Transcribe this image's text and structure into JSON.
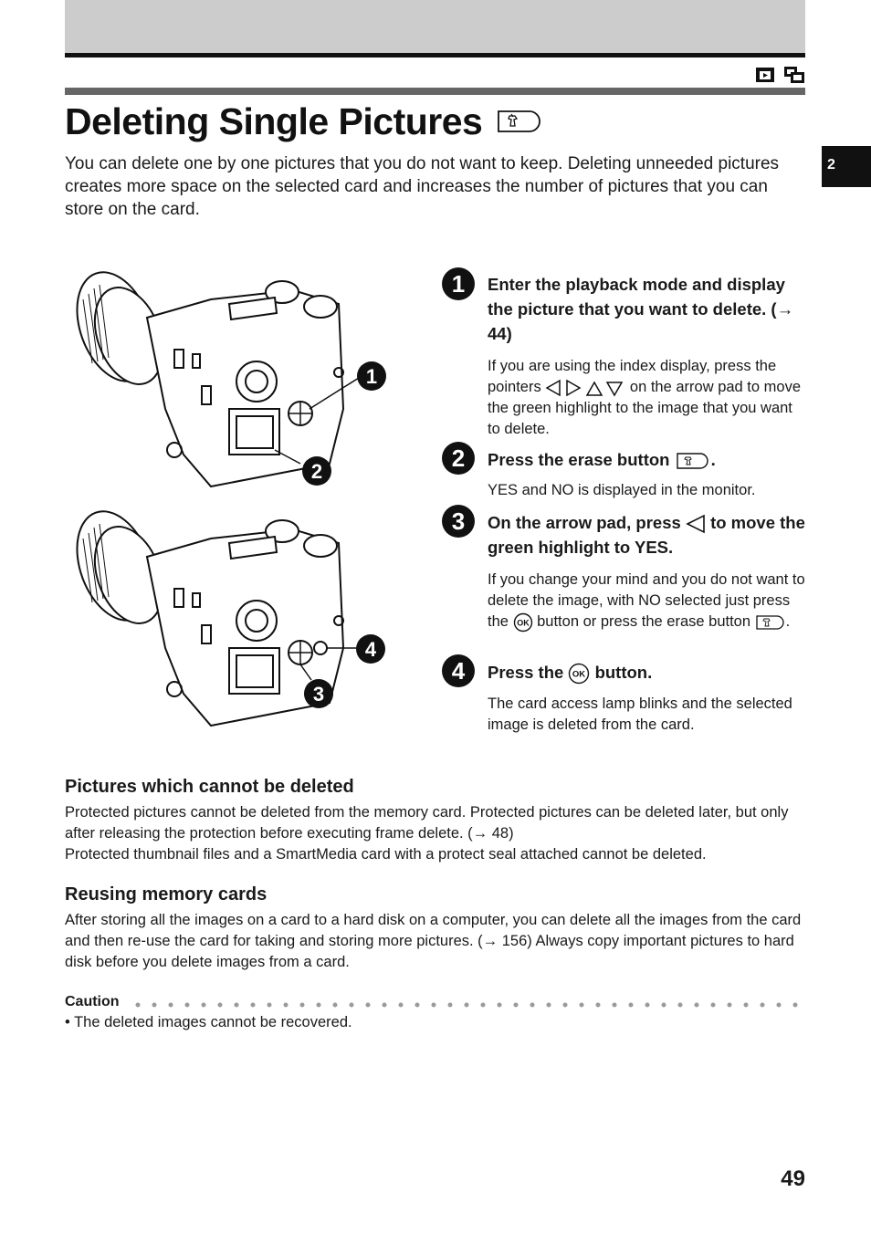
{
  "header": {
    "mode_icons": [
      "playback-mode-icon",
      "index-display-icon"
    ]
  },
  "title": "Deleting Single Pictures",
  "intro": "You can delete one by one pictures that you do not want to keep. Deleting unneeded pictures creates more space on the selected card and increases the number of pictures that you can store on the card.",
  "chapter_tab": "2",
  "figure_callouts": [
    "1",
    "2",
    "4",
    "3"
  ],
  "steps": [
    {
      "number": "1",
      "title": "Enter the playback mode and display the picture that you want to delete. (→ 44)",
      "body_before": "If you are using the index display, press the pointers",
      "body_after": "on the arrow pad to move the green highlight to the image that you want to delete."
    },
    {
      "number": "2",
      "title": "Press the erase button",
      "title_end": ".",
      "body": "YES and NO is displayed in the monitor."
    },
    {
      "number": "3",
      "title_before": "On the arrow pad, press",
      "title_after": "to move the green highlight to YES.",
      "body_before": "If you change your mind and you do not want to delete the image, with NO selected just press the",
      "body_middle": "button or press the erase button",
      "body_end": "."
    },
    {
      "number": "4",
      "title_before": "Press the",
      "title_after": "button.",
      "body": "The card access lamp blinks and the selected image is deleted from the card."
    }
  ],
  "ok_label": "OK",
  "sections": [
    {
      "heading": "Pictures which cannot be deleted",
      "paragraphs": [
        "Protected pictures cannot be deleted from the memory card. Protected pictures can be deleted later, but only after releasing the protection before executing frame delete. (→ 48)",
        "Protected thumbnail files and a SmartMedia card with a protect seal attached cannot be deleted."
      ]
    },
    {
      "heading": "Reusing memory cards",
      "paragraphs": [
        "After storing all the images on a card to a hard disk on a computer, you can delete all the images from the card and then re-use the card for taking and storing more pictures. (→ 156) Always copy important pictures to hard disk before you delete images from a card."
      ]
    }
  ],
  "caution": {
    "heading": "Caution",
    "items": [
      "• The deleted images cannot be recovered."
    ]
  },
  "page_number": "49"
}
